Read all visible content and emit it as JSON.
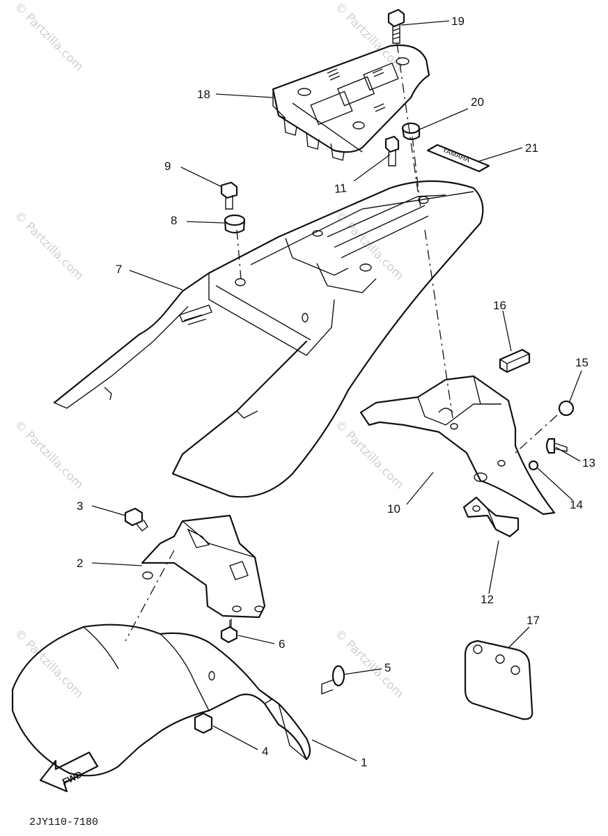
{
  "diagram": {
    "callouts": [
      {
        "id": "1",
        "label": "1"
      },
      {
        "id": "2",
        "label": "2"
      },
      {
        "id": "3",
        "label": "3"
      },
      {
        "id": "4",
        "label": "4"
      },
      {
        "id": "5",
        "label": "5"
      },
      {
        "id": "6",
        "label": "6"
      },
      {
        "id": "7",
        "label": "7"
      },
      {
        "id": "8",
        "label": "8"
      },
      {
        "id": "9",
        "label": "9"
      },
      {
        "id": "10",
        "label": "10"
      },
      {
        "id": "11",
        "label": "11"
      },
      {
        "id": "12",
        "label": "12"
      },
      {
        "id": "13",
        "label": "13"
      },
      {
        "id": "14",
        "label": "14"
      },
      {
        "id": "15",
        "label": "15"
      },
      {
        "id": "16",
        "label": "16"
      },
      {
        "id": "17",
        "label": "17"
      },
      {
        "id": "18",
        "label": "18"
      },
      {
        "id": "19",
        "label": "19"
      },
      {
        "id": "20",
        "label": "20"
      },
      {
        "id": "21",
        "label": "21"
      }
    ],
    "fwd_label": "FWD",
    "emblem_text": "YAMAHA",
    "drawing_code": "2JY110-7180",
    "watermark": "© Partzilla.com"
  }
}
